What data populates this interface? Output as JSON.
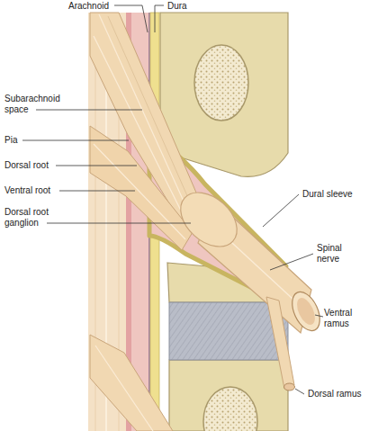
{
  "diagram": {
    "labels": [
      "Arachnoid",
      "Dura",
      "Subarachnoid space",
      "Pia",
      "Dorsal root",
      "Ventral root",
      "Dorsal root ganglion",
      "Dural sleeve",
      "Spinal nerve",
      "Ventral ramus",
      "Dorsal ramus"
    ]
  }
}
